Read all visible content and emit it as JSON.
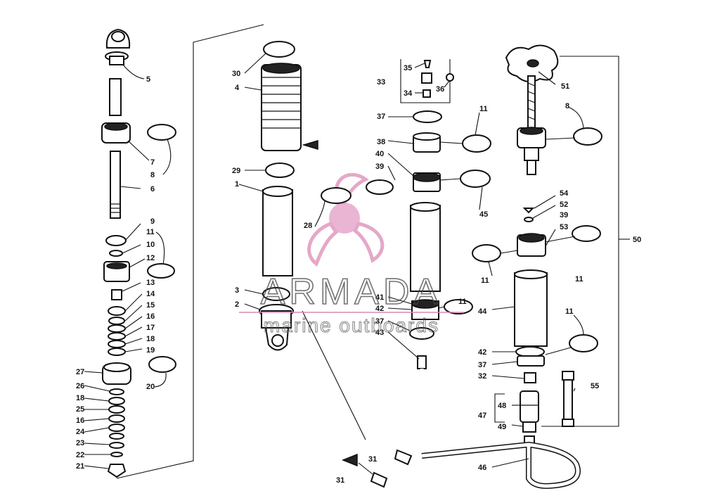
{
  "watermark": {
    "brand": "ARMADA",
    "tagline": "marine outboards",
    "brand_color": "#b0507a",
    "logo_color": "#e0a8c8"
  },
  "callouts": {
    "c1": "1",
    "c2": "2",
    "c3": "3",
    "c4": "4",
    "c5": "5",
    "c6": "6",
    "c7": "7",
    "c8a": "8",
    "c8b": "8",
    "c9": "9",
    "c10": "10",
    "c11a": "11",
    "c11b": "11",
    "c11c": "11",
    "c11d": "11",
    "c11e": "11",
    "c11f": "11",
    "c12": "12",
    "c13": "13",
    "c14": "14",
    "c15": "15",
    "c16a": "16",
    "c16b": "16",
    "c17": "17",
    "c18a": "18",
    "c18b": "18",
    "c19": "19",
    "c20": "20",
    "c21": "21",
    "c22": "22",
    "c23": "23",
    "c24": "24",
    "c25": "25",
    "c26": "26",
    "c27": "27",
    "c28": "28",
    "c29": "29",
    "c30": "30",
    "c31a": "31",
    "c31b": "31",
    "c32": "32",
    "c33": "33",
    "c34": "34",
    "c35": "35",
    "c36": "36",
    "c37a": "37",
    "c37b": "37",
    "c37c": "37",
    "c38": "38",
    "c39a": "39",
    "c39b": "39",
    "c40": "40",
    "c41": "41",
    "c42a": "42",
    "c42b": "42",
    "c43": "43",
    "c44": "44",
    "c45": "45",
    "c46": "46",
    "c47": "47",
    "c48": "48",
    "c49": "49",
    "c50": "50",
    "c51": "51",
    "c52": "52",
    "c53": "53",
    "c54": "54",
    "c55": "55"
  }
}
